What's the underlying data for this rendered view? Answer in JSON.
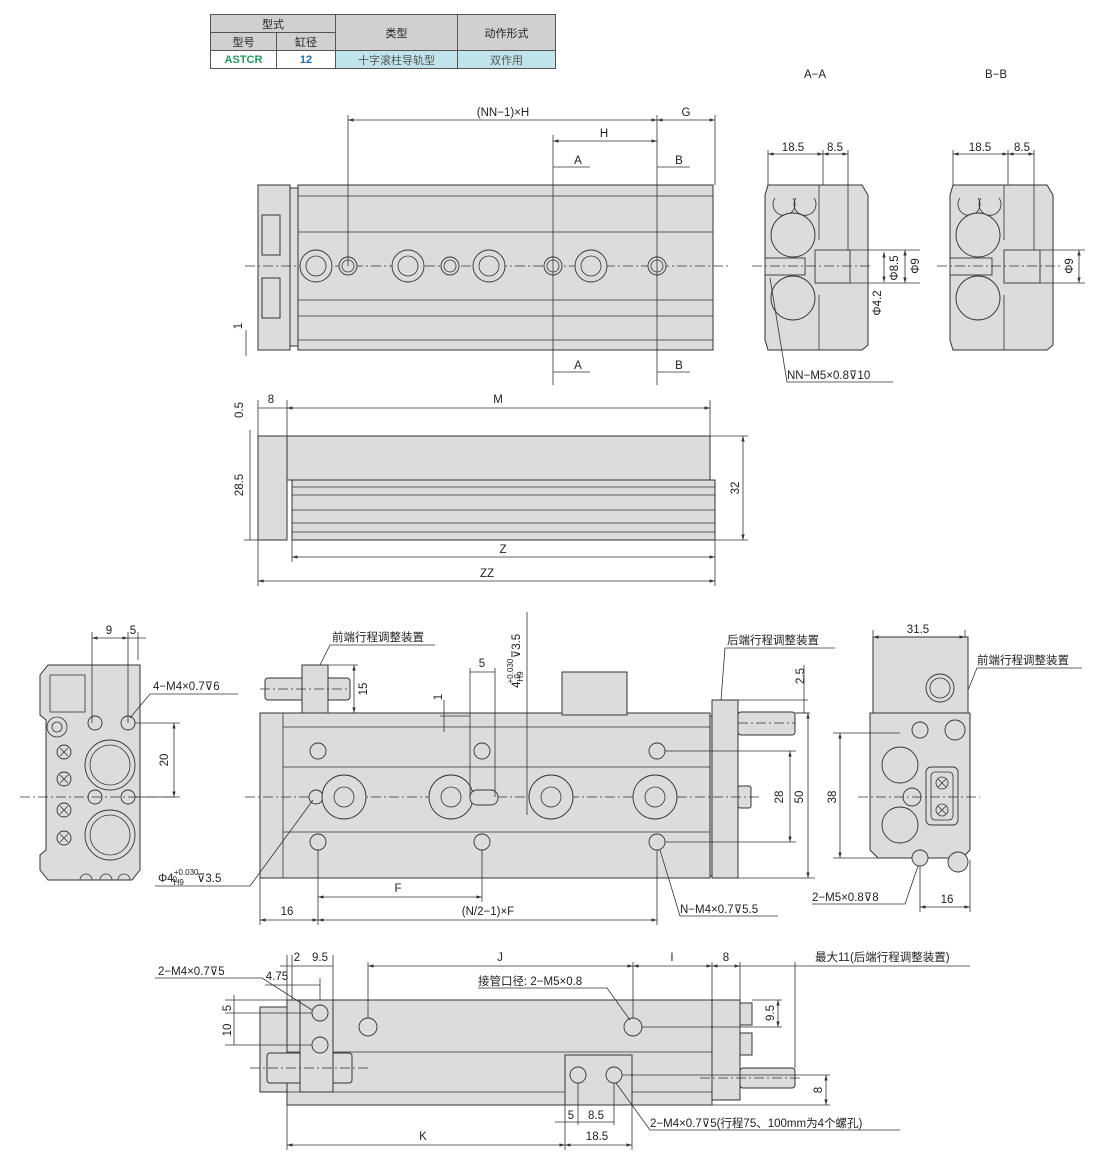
{
  "spec_table": {
    "header_group": "型式",
    "header_model": "型号",
    "header_bore": "缸径",
    "header_type": "类型",
    "header_action": "动作形式",
    "model": "ASTCR",
    "bore": "12",
    "type": "十字滚柱导轨型",
    "action": "双作用"
  },
  "colors": {
    "body_fill": "#dcdcdc",
    "line": "#333333",
    "model_green": "#1f9a5e",
    "bore_blue": "#1a6fb5",
    "cell_cyan": "#bfe4ea"
  },
  "top_view": {
    "dim_nn_h": "(NN−1)×H",
    "dim_g": "G",
    "dim_h": "H",
    "section_a": "A",
    "section_b": "B",
    "dim_1": "1"
  },
  "section_aa": {
    "title": "A−A",
    "w1": "18.5",
    "w2": "8.5",
    "d85": "Φ8.5",
    "d9": "Φ9",
    "d42": "Φ4.2",
    "thread": "NN−M5×0.8⊽10"
  },
  "section_bb": {
    "title": "B−B",
    "w1": "18.5",
    "w2": "8.5",
    "d9": "Φ9"
  },
  "side_view": {
    "dim_8": "8",
    "dim_m": "M",
    "dim_05": "0.5",
    "dim_285": "28.5",
    "dim_32": "32",
    "dim_z": "Z",
    "dim_zz": "ZZ"
  },
  "left_end_view": {
    "dim_9": "9",
    "dim_5": "5",
    "thread": "4−M4×0.7⊽6",
    "dim_20": "20"
  },
  "front_view": {
    "front_adjuster": "前端行程调整装置",
    "rear_adjuster": "后端行程调整装置",
    "dim_15": "15",
    "dim_5": "5",
    "dim_1": "1",
    "pin_hole_vertical": "4",
    "pin_hole_vertical_sub": "H9",
    "pin_hole_vertical_tol_up": "+0.030",
    "pin_hole_vertical_tol_low": "0",
    "pin_hole_vertical_depth": "⊽3.5",
    "dim_25": "2.5",
    "dim_28": "28",
    "dim_50": "50",
    "pin_hole": "Φ4",
    "pin_hole_sub": "H9",
    "pin_hole_tol_up": "+0.030",
    "pin_hole_tol_low": "0",
    "pin_hole_depth": "⊽3.5",
    "dim_f": "F",
    "dim_16": "16",
    "dim_n2f": "(N/2−1)×F",
    "thread_n": "N−M4×0.7⊽5.5"
  },
  "right_end_view": {
    "dim_315": "31.5",
    "front_adjuster": "前端行程调整装置",
    "dim_38": "38",
    "thread": "2−M5×0.8⊽8",
    "dim_16": "16"
  },
  "bottom_view": {
    "dim_2": "2",
    "dim_95": "9.5",
    "dim_475": "4.75",
    "thread_left": "2−M4×0.7⊽5",
    "dim_5": "5",
    "dim_10": "10",
    "dim_j": "J",
    "dim_i": "I",
    "dim_8": "8",
    "max_note": "最大11(后端行程调整装置)",
    "port": "接管口径: 2−M5×0.8",
    "dim_95_right": "9.5",
    "dim_8_right": "8",
    "dim_5_bottom": "5",
    "dim_85": "8.5",
    "dim_185": "18.5",
    "dim_k": "K",
    "thread_bottom": "2−M4×0.7⊽5(行程75、100mm为4个螺孔)"
  }
}
